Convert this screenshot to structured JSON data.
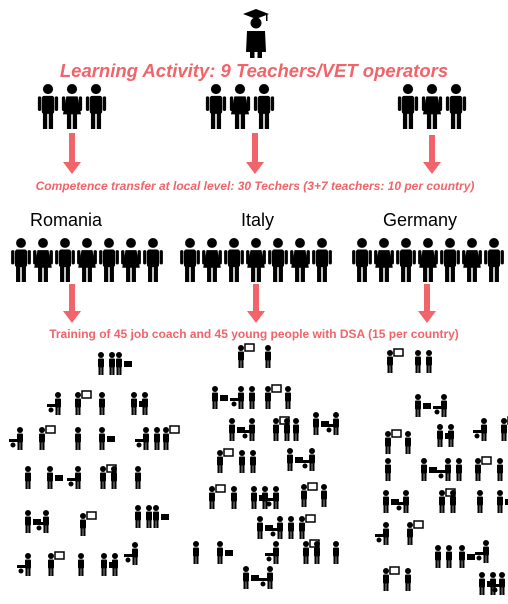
{
  "headline": "Learning Activity: 9 Teachers/VET operators",
  "competence_text": "Competence transfer at local level: 30 Techers (3+7 teachers: 10 per country)",
  "countries": [
    "Romania",
    "Italy",
    "Germany"
  ],
  "training_text": "Training of 45 job coach and 45 young people with DSA (15 per country)",
  "colors": {
    "accent": "#f0646a",
    "figure": "#000000"
  },
  "icons": [
    "graduate-icon",
    "person-icon",
    "arrow-down-icon",
    "worker-icon"
  ]
}
